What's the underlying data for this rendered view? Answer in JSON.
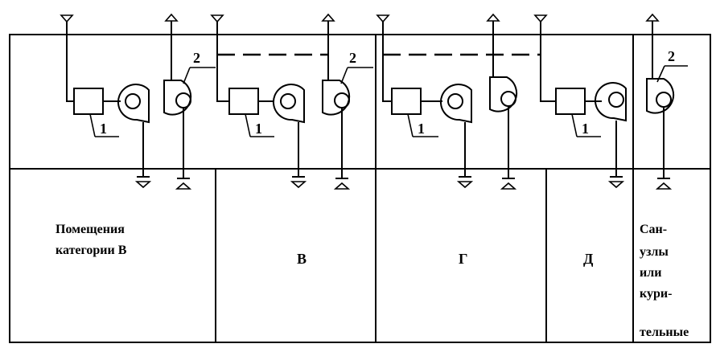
{
  "labels": {
    "room_b_line1": "Помещения",
    "room_b_line2": "категории В",
    "room_v": "В",
    "room_g": "Г",
    "room_d": "Д",
    "sanitary_1": "Сан-",
    "sanitary_2": "узлы",
    "sanitary_3": "или",
    "sanitary_4": "кури-",
    "sanitary_5": "тельные"
  },
  "callouts": {
    "exhaust_unit": "1",
    "supply_unit": "2"
  }
}
